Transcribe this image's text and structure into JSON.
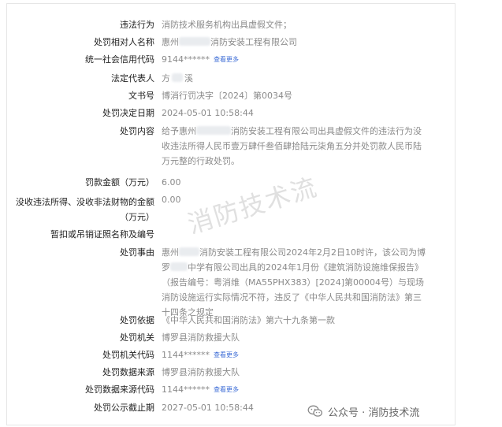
{
  "rows": {
    "violation_act": {
      "label": "违法行为",
      "value": "消防技术服务机构出具虚假文件；"
    },
    "party_name": {
      "label": "处罚相对人名称",
      "value_prefix": "惠州",
      "value_suffix": "消防安装工程有限公司"
    },
    "credit_code": {
      "label": "统一社会信用代码",
      "value": "9144******",
      "more": "查看更多"
    },
    "legal_rep": {
      "label": "法定代表人",
      "value_prefix": "方",
      "value_suffix": "溪"
    },
    "doc_no": {
      "label": "文书号",
      "value": "博消行罚决字〔2024〕第0034号"
    },
    "decision_date": {
      "label": "处罚决定日期",
      "value": "2024-05-01 10:58:44"
    },
    "content": {
      "label": "处罚内容",
      "value_prefix": "给予惠州",
      "value_suffix": "消防安装工程有限公司出具虚假文件的违法行为没收违法所得人民币壹万肆仟叁佰肆拾陆元柒角五分并处罚款人民币陆万元整的行政处罚。"
    },
    "fine": {
      "label": "罚款金额（万元）",
      "value": "6.00"
    },
    "confiscation": {
      "label": "没收违法所得、没收非法财物的金额（万元）",
      "value": "0.00"
    },
    "license_revoke": {
      "label": "暂扣或吊销证照名称及编号",
      "value": ""
    },
    "reason": {
      "label": "处罚事由",
      "value_prefix": "惠州",
      "value_mid": "消防安装工程有限公司2024年2月2日10时许，该公司为博罗",
      "value_mid2": "中学有限公司出具的2024年1月份《建筑消防设施维保报告》（报告编号：粤消维（MA55PHX383）[2024]第00004号）与现场消防设施运行实际情况不符，违反了《中华人民共和国消防法》第三十四条之规定"
    },
    "basis": {
      "label": "处罚依据",
      "value": "《中华人民共和国消防法》第六十九条第一款"
    },
    "authority": {
      "label": "处罚机关",
      "value": "博罗县消防救援大队"
    },
    "authority_code": {
      "label": "处罚机关代码",
      "value": "1144******",
      "more": "查看更多"
    },
    "data_source": {
      "label": "处罚数据来源",
      "value": "博罗县消防救援大队"
    },
    "data_source_code": {
      "label": "处罚数据来源代码",
      "value": "1144******",
      "more": "查看更多"
    },
    "publish_deadline": {
      "label": "处罚公示截止期",
      "value": "2027-05-01 10:58:44"
    }
  },
  "watermark": "消防技术流",
  "footer": {
    "text": "公众号 · 消防技术流",
    "icon": "wechat-icon"
  }
}
